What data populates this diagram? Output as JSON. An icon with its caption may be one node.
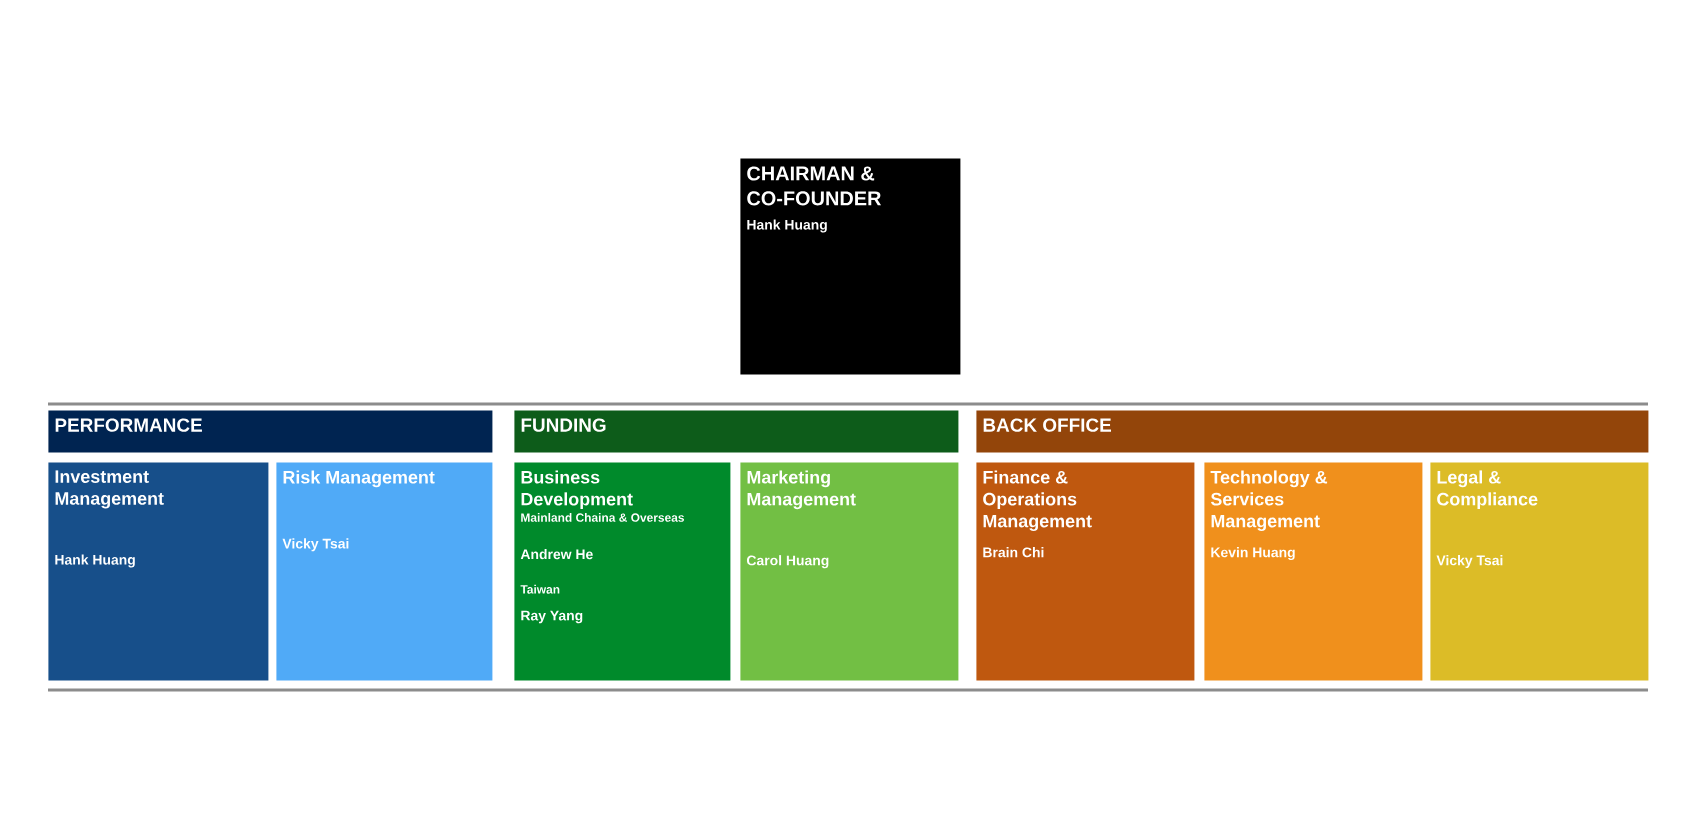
{
  "diagram": {
    "nodes": [
      {
        "text": [
          "CHAIRMAN & CO-FOUNDER",
          "Hank Huang"
        ]
      },
      {
        "text": [
          "PERFORMANCE"
        ]
      },
      {
        "text": [
          "FUNDING"
        ]
      },
      {
        "text": [
          "BACK OFFICE"
        ]
      },
      {
        "text": [
          "Investment Management",
          "Hank Huang"
        ]
      },
      {
        "text": [
          "Risk Management",
          "Vicky Tsai"
        ]
      },
      {
        "text": [
          "Business Development",
          "Mainland Chaina & Overseas",
          "Andrew He",
          "Taiwan",
          "Ray Yang"
        ]
      },
      {
        "text": [
          "Marketing Management",
          "Carol Huang"
        ]
      },
      {
        "text": [
          "Finance & Operations Management",
          "Brain Chi"
        ]
      },
      {
        "text": [
          "Technology & Services Management",
          "Kevin Huang"
        ]
      },
      {
        "text": [
          "Legal & Compliance",
          "Vicky Tsai"
        ]
      }
    ]
  }
}
